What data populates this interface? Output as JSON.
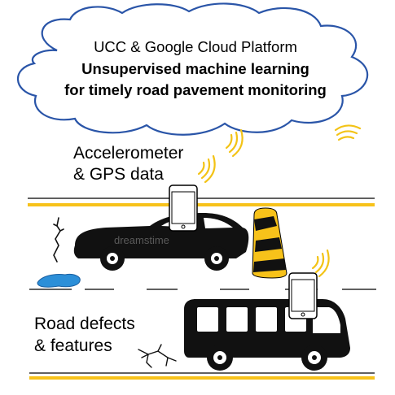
{
  "cloud": {
    "line1": "UCC & Google Cloud Platform",
    "line2": "Unsupervised machine learning",
    "line3": "for timely road pavement monitoring"
  },
  "labels": {
    "sensor_line1": "Accelerometer",
    "sensor_line2": "& GPS data",
    "defects_line1": "Road defects",
    "defects_line2": "& features"
  },
  "watermark": "dreamstime",
  "colors": {
    "cloud_outline": "#2a55a8",
    "road_yellow": "#f7c21a",
    "wifi": "#f3c316",
    "puddle": "#2c8fd8",
    "vehicle": "#111111"
  },
  "icons": [
    "cloud-icon",
    "wifi-icon",
    "smartphone-icon",
    "car-icon",
    "bus-icon",
    "speed-bump-icon",
    "puddle-icon",
    "crack-icon"
  ]
}
